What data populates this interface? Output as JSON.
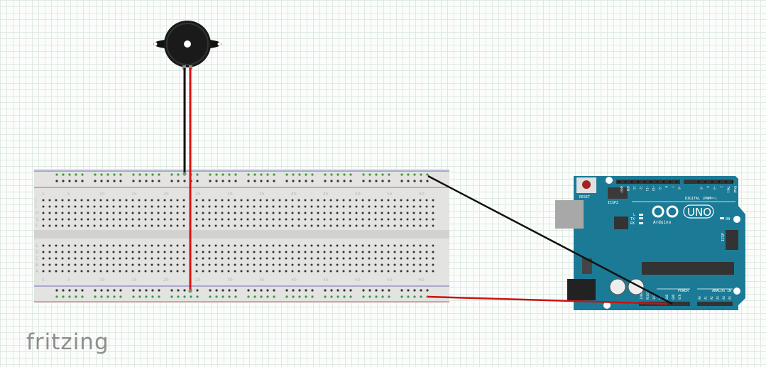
{
  "title": "Buzzer circuit on breadboard with Arduino UNO",
  "logo": "fritzing",
  "breadboard": {
    "columns": 62,
    "row_letters_top": [
      "J",
      "I",
      "H",
      "G",
      "F"
    ],
    "row_letters_bottom": [
      "E",
      "D",
      "C",
      "B",
      "A"
    ],
    "column_labels": [
      "1",
      "5",
      "10",
      "15",
      "20",
      "25",
      "30",
      "35",
      "40",
      "45",
      "50",
      "55",
      "60"
    ]
  },
  "arduino": {
    "reset": "RESET",
    "icsp2": "ICSP2",
    "icsp": "ICSP",
    "led_l": "L",
    "led_tx": "TX",
    "led_rx": "RX",
    "brand": "Arduino",
    "model": "UNO",
    "on": "ON",
    "digital": "DIGITAL (PWM=~)",
    "power": "POWER",
    "analog": "ANALOG IN",
    "digital_pins": [
      "AREF",
      "GND",
      "13",
      "12",
      "~11",
      "~10",
      "~9",
      "8",
      "7",
      "~6",
      "~5",
      "4",
      "~3",
      "2",
      "TX▶1",
      "RX◀0"
    ],
    "power_pins": [
      "IOREF",
      "RESET",
      "3V3",
      "5V",
      "GND",
      "GND",
      "VIN"
    ],
    "analog_pins": [
      "A0",
      "A1",
      "A2",
      "A3",
      "A4",
      "A5"
    ],
    "board_color": "#1b7b96"
  },
  "wires": [
    {
      "name": "buzzer-negative",
      "color": "#111111"
    },
    {
      "name": "buzzer-positive",
      "color": "#dd1111"
    },
    {
      "name": "gnd-to-arduino",
      "color": "#111111"
    },
    {
      "name": "5v-to-arduino",
      "color": "#cc1111"
    }
  ]
}
